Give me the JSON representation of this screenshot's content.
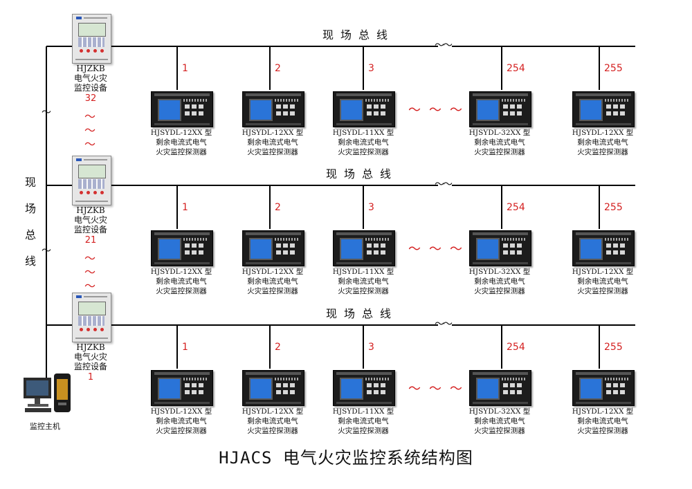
{
  "title": "HJACS 电气火灾监控系统结构图",
  "vertical_bus_label": [
    "现",
    "场",
    "总",
    "线"
  ],
  "bus_label": "现场总线",
  "host": {
    "label": "监控主机",
    "icon": "computer-host-icon"
  },
  "cabinet_caption": [
    "HJZKB",
    "电气火灾",
    "监控设备"
  ],
  "rows": [
    {
      "cabinet_number": "32",
      "devices": [
        {
          "number": "1",
          "model": "HJSYDL-12XX 型"
        },
        {
          "number": "2",
          "model": "HJSYDL-12XX 型"
        },
        {
          "number": "3",
          "model": "HJSYDL-11XX 型"
        },
        {
          "number": "254",
          "model": "HJSYDL-32XX 型"
        },
        {
          "number": "255",
          "model": "HJSYDL-12XX 型"
        }
      ]
    },
    {
      "cabinet_number": "21",
      "devices": [
        {
          "number": "1",
          "model": "HJSYDL-12XX 型"
        },
        {
          "number": "2",
          "model": "HJSYDL-12XX 型"
        },
        {
          "number": "3",
          "model": "HJSYDL-11XX 型"
        },
        {
          "number": "254",
          "model": "HJSYDL-32XX 型"
        },
        {
          "number": "255",
          "model": "HJSYDL-12XX 型"
        }
      ]
    },
    {
      "cabinet_number": "1",
      "devices": [
        {
          "number": "1",
          "model": "HJSYDL-12XX 型"
        },
        {
          "number": "2",
          "model": "HJSYDL-12XX 型"
        },
        {
          "number": "3",
          "model": "HJSYDL-11XX 型"
        },
        {
          "number": "254",
          "model": "HJSYDL-32XX 型"
        },
        {
          "number": "255",
          "model": "HJSYDL-12XX 型"
        }
      ]
    }
  ],
  "device_desc": [
    "剩余电流式电气",
    "火灾监控探测器"
  ],
  "ellipsis": "～～～",
  "break_mark": "～",
  "colors": {
    "accent": "#d42020",
    "screen": "#2a74d8",
    "line": "#000000"
  }
}
